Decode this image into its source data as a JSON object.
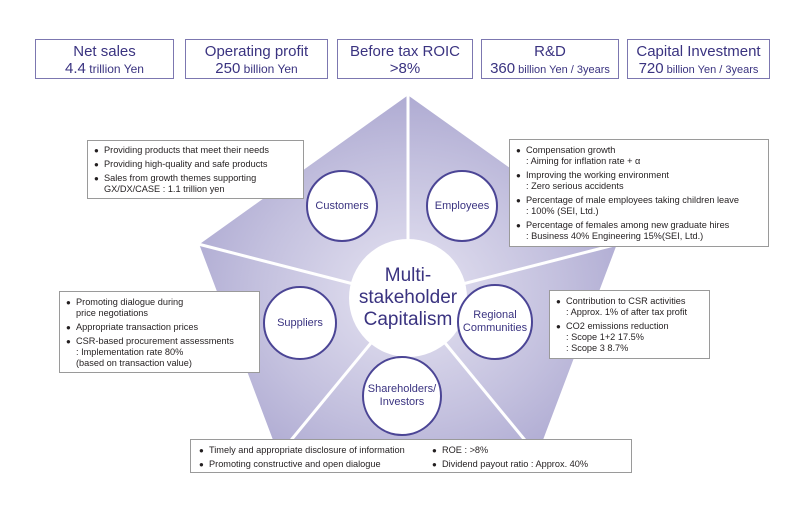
{
  "kpis": [
    {
      "label": "Net sales",
      "value_big": "4.4",
      "value_unit": " trillion Yen"
    },
    {
      "label": "Operating profit",
      "value_big": "250",
      "value_unit": " billion Yen"
    },
    {
      "label": "Before tax ROIC",
      "value_big": ">8%",
      "value_unit": ""
    },
    {
      "label": "R&D",
      "value_big": "360",
      "value_unit": " billion Yen / 3years"
    },
    {
      "label": "Capital Investment",
      "value_big": "720",
      "value_unit": " billion Yen / 3years"
    }
  ],
  "center": {
    "line1": "Multi-",
    "line2": "stakeholder",
    "line3": "Capitalism"
  },
  "stakeholders": {
    "customers": "Customers",
    "employees": "Employees",
    "suppliers": "Suppliers",
    "regional": "Regional\nCommunities",
    "shareholders": "Shareholders/\nInvestors"
  },
  "customers_box": [
    "Providing products that meet their needs",
    "Providing high-quality and safe products",
    "Sales from growth themes supporting\nGX/DX/CASE : 1.1 trillion yen"
  ],
  "employees_box": [
    "Compensation growth\n: Aiming for inflation rate + α",
    "Improving the working environment\n: Zero serious accidents",
    "Percentage of male employees taking children leave\n: 100% (SEI, Ltd.)",
    "Percentage of  females among new graduate hires\n: Business 40%  Engineering 15%(SEI, Ltd.)"
  ],
  "suppliers_box": [
    "Promoting dialogue during\nprice negotiations",
    "Appropriate transaction prices",
    "CSR-based procurement assessments\n: Implementation rate 80%\n  (based on transaction value)"
  ],
  "regional_box": [
    "Contribution to CSR activities\n: Approx. 1% of after tax profit",
    "CO2 emissions reduction\n: Scope 1+2   17.5%\n: Scope 3        8.7%"
  ],
  "shareholders_box_left": [
    "Timely and appropriate disclosure of information",
    "Promoting constructive and open dialogue"
  ],
  "shareholders_box_right": [
    "ROE : >8%",
    "Dividend payout ratio : Approx. 40%"
  ],
  "colors": {
    "accent": "#3a3380",
    "pentagon": "#b7b4d6"
  }
}
